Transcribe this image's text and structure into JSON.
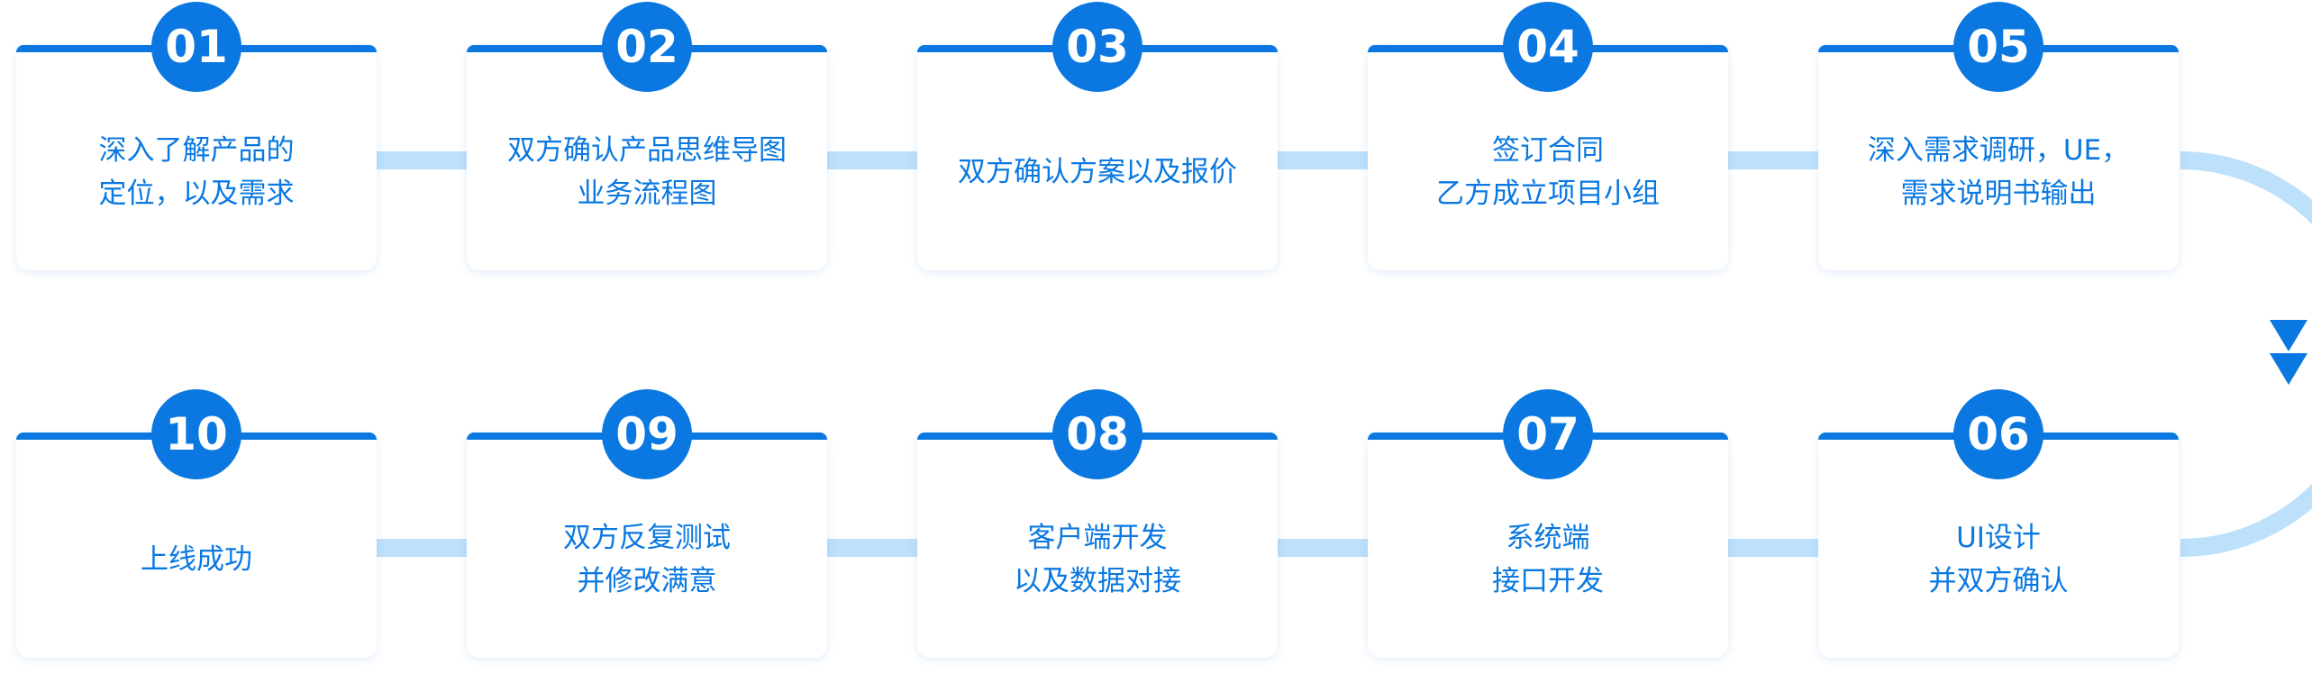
{
  "colors": {
    "accent": "#0a78e0",
    "connector": "#bde0fb",
    "card_background": "#ffffff"
  },
  "steps": [
    {
      "number": "01",
      "lines": [
        "深入了解产品的",
        "定位，以及需求"
      ]
    },
    {
      "number": "02",
      "lines": [
        "双方确认产品思维导图",
        "业务流程图"
      ]
    },
    {
      "number": "03",
      "lines": [
        "双方确认方案以及报价"
      ]
    },
    {
      "number": "04",
      "lines": [
        "签订合同",
        "乙方成立项目小组"
      ]
    },
    {
      "number": "05",
      "lines": [
        "深入需求调研，UE，",
        "需求说明书输出"
      ]
    },
    {
      "number": "06",
      "lines": [
        "UI设计",
        "并双方确认"
      ]
    },
    {
      "number": "07",
      "lines": [
        "系统端",
        "接口开发"
      ]
    },
    {
      "number": "08",
      "lines": [
        "客户端开发",
        "以及数据对接"
      ]
    },
    {
      "number": "09",
      "lines": [
        "双方反复测试",
        "并修改满意"
      ]
    },
    {
      "number": "10",
      "lines": [
        "上线成功"
      ]
    }
  ]
}
